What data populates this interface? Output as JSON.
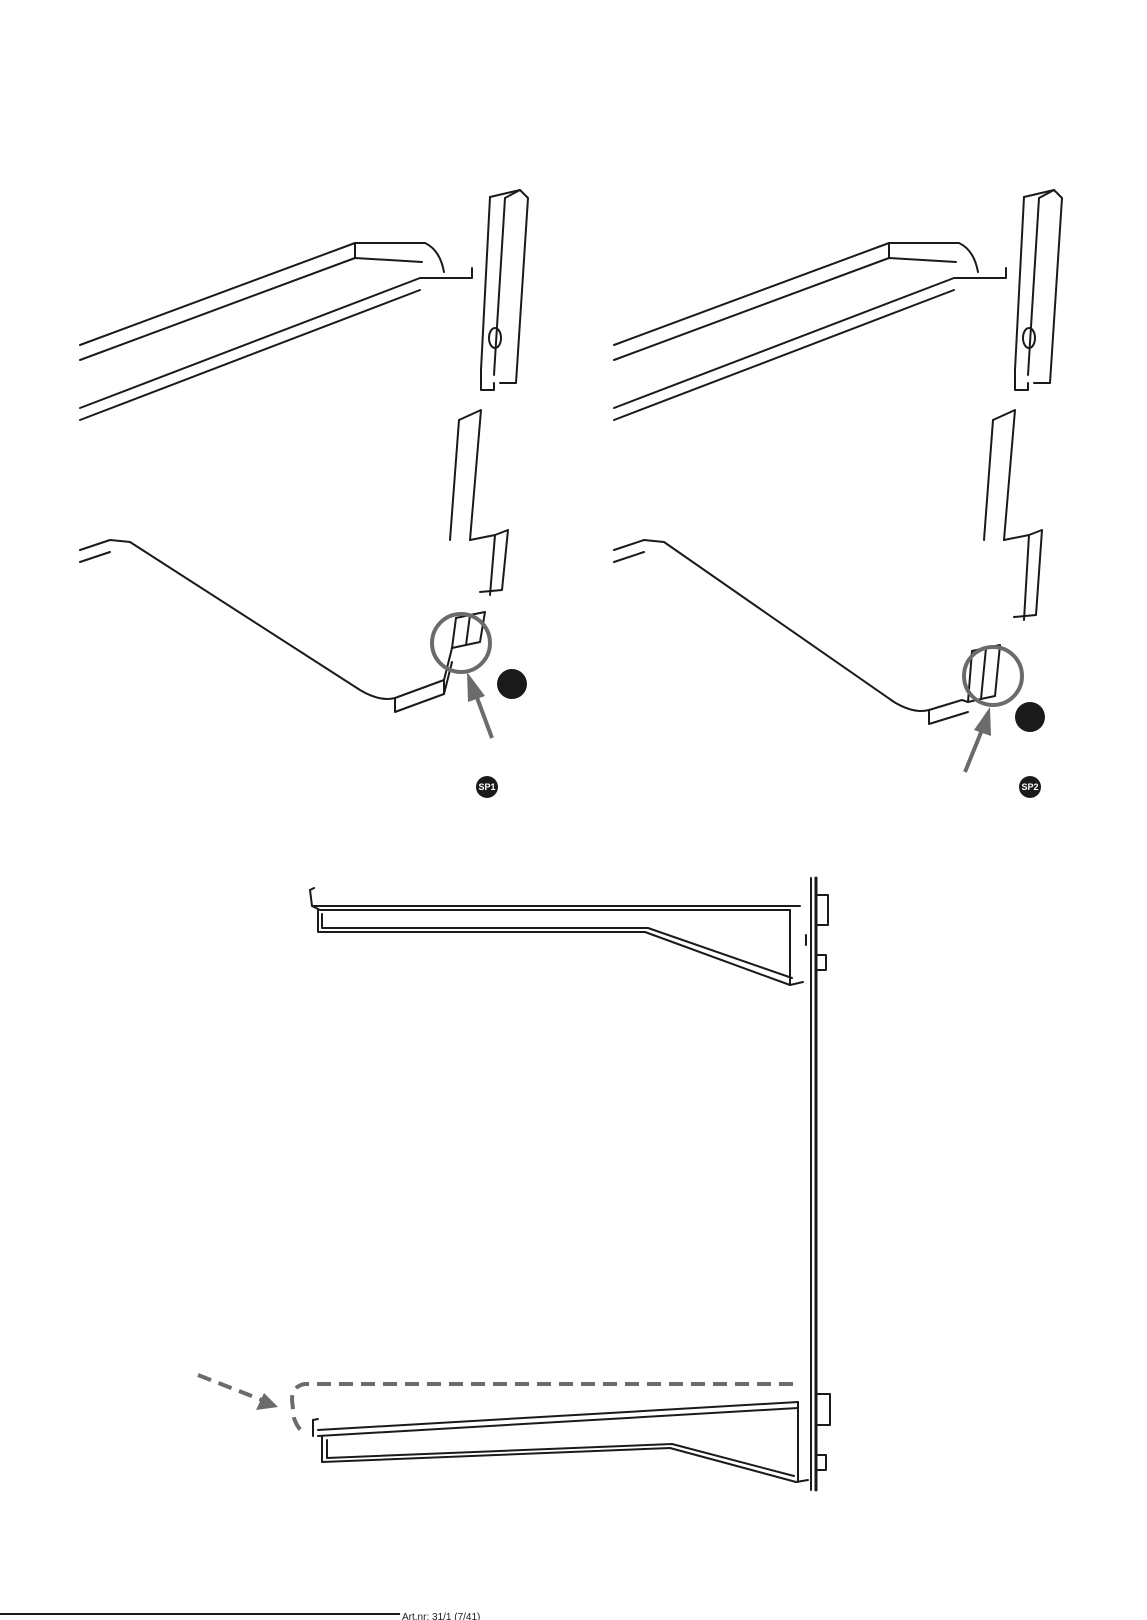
{
  "badges": {
    "left": "SP1",
    "right": "SP2"
  },
  "footer": {
    "text": "Art.nr: 31/1 (7/41)"
  },
  "colors": {
    "line": "#1a1a1a",
    "highlight": "#6b6b6b",
    "marker": "#1a1a1a"
  },
  "icons": {
    "highlight_circle": "highlight-circle-icon",
    "pointer_arrow": "arrow-icon",
    "dashed_arrow": "dashed-arrow-icon",
    "step_dot": "step-dot-icon"
  }
}
